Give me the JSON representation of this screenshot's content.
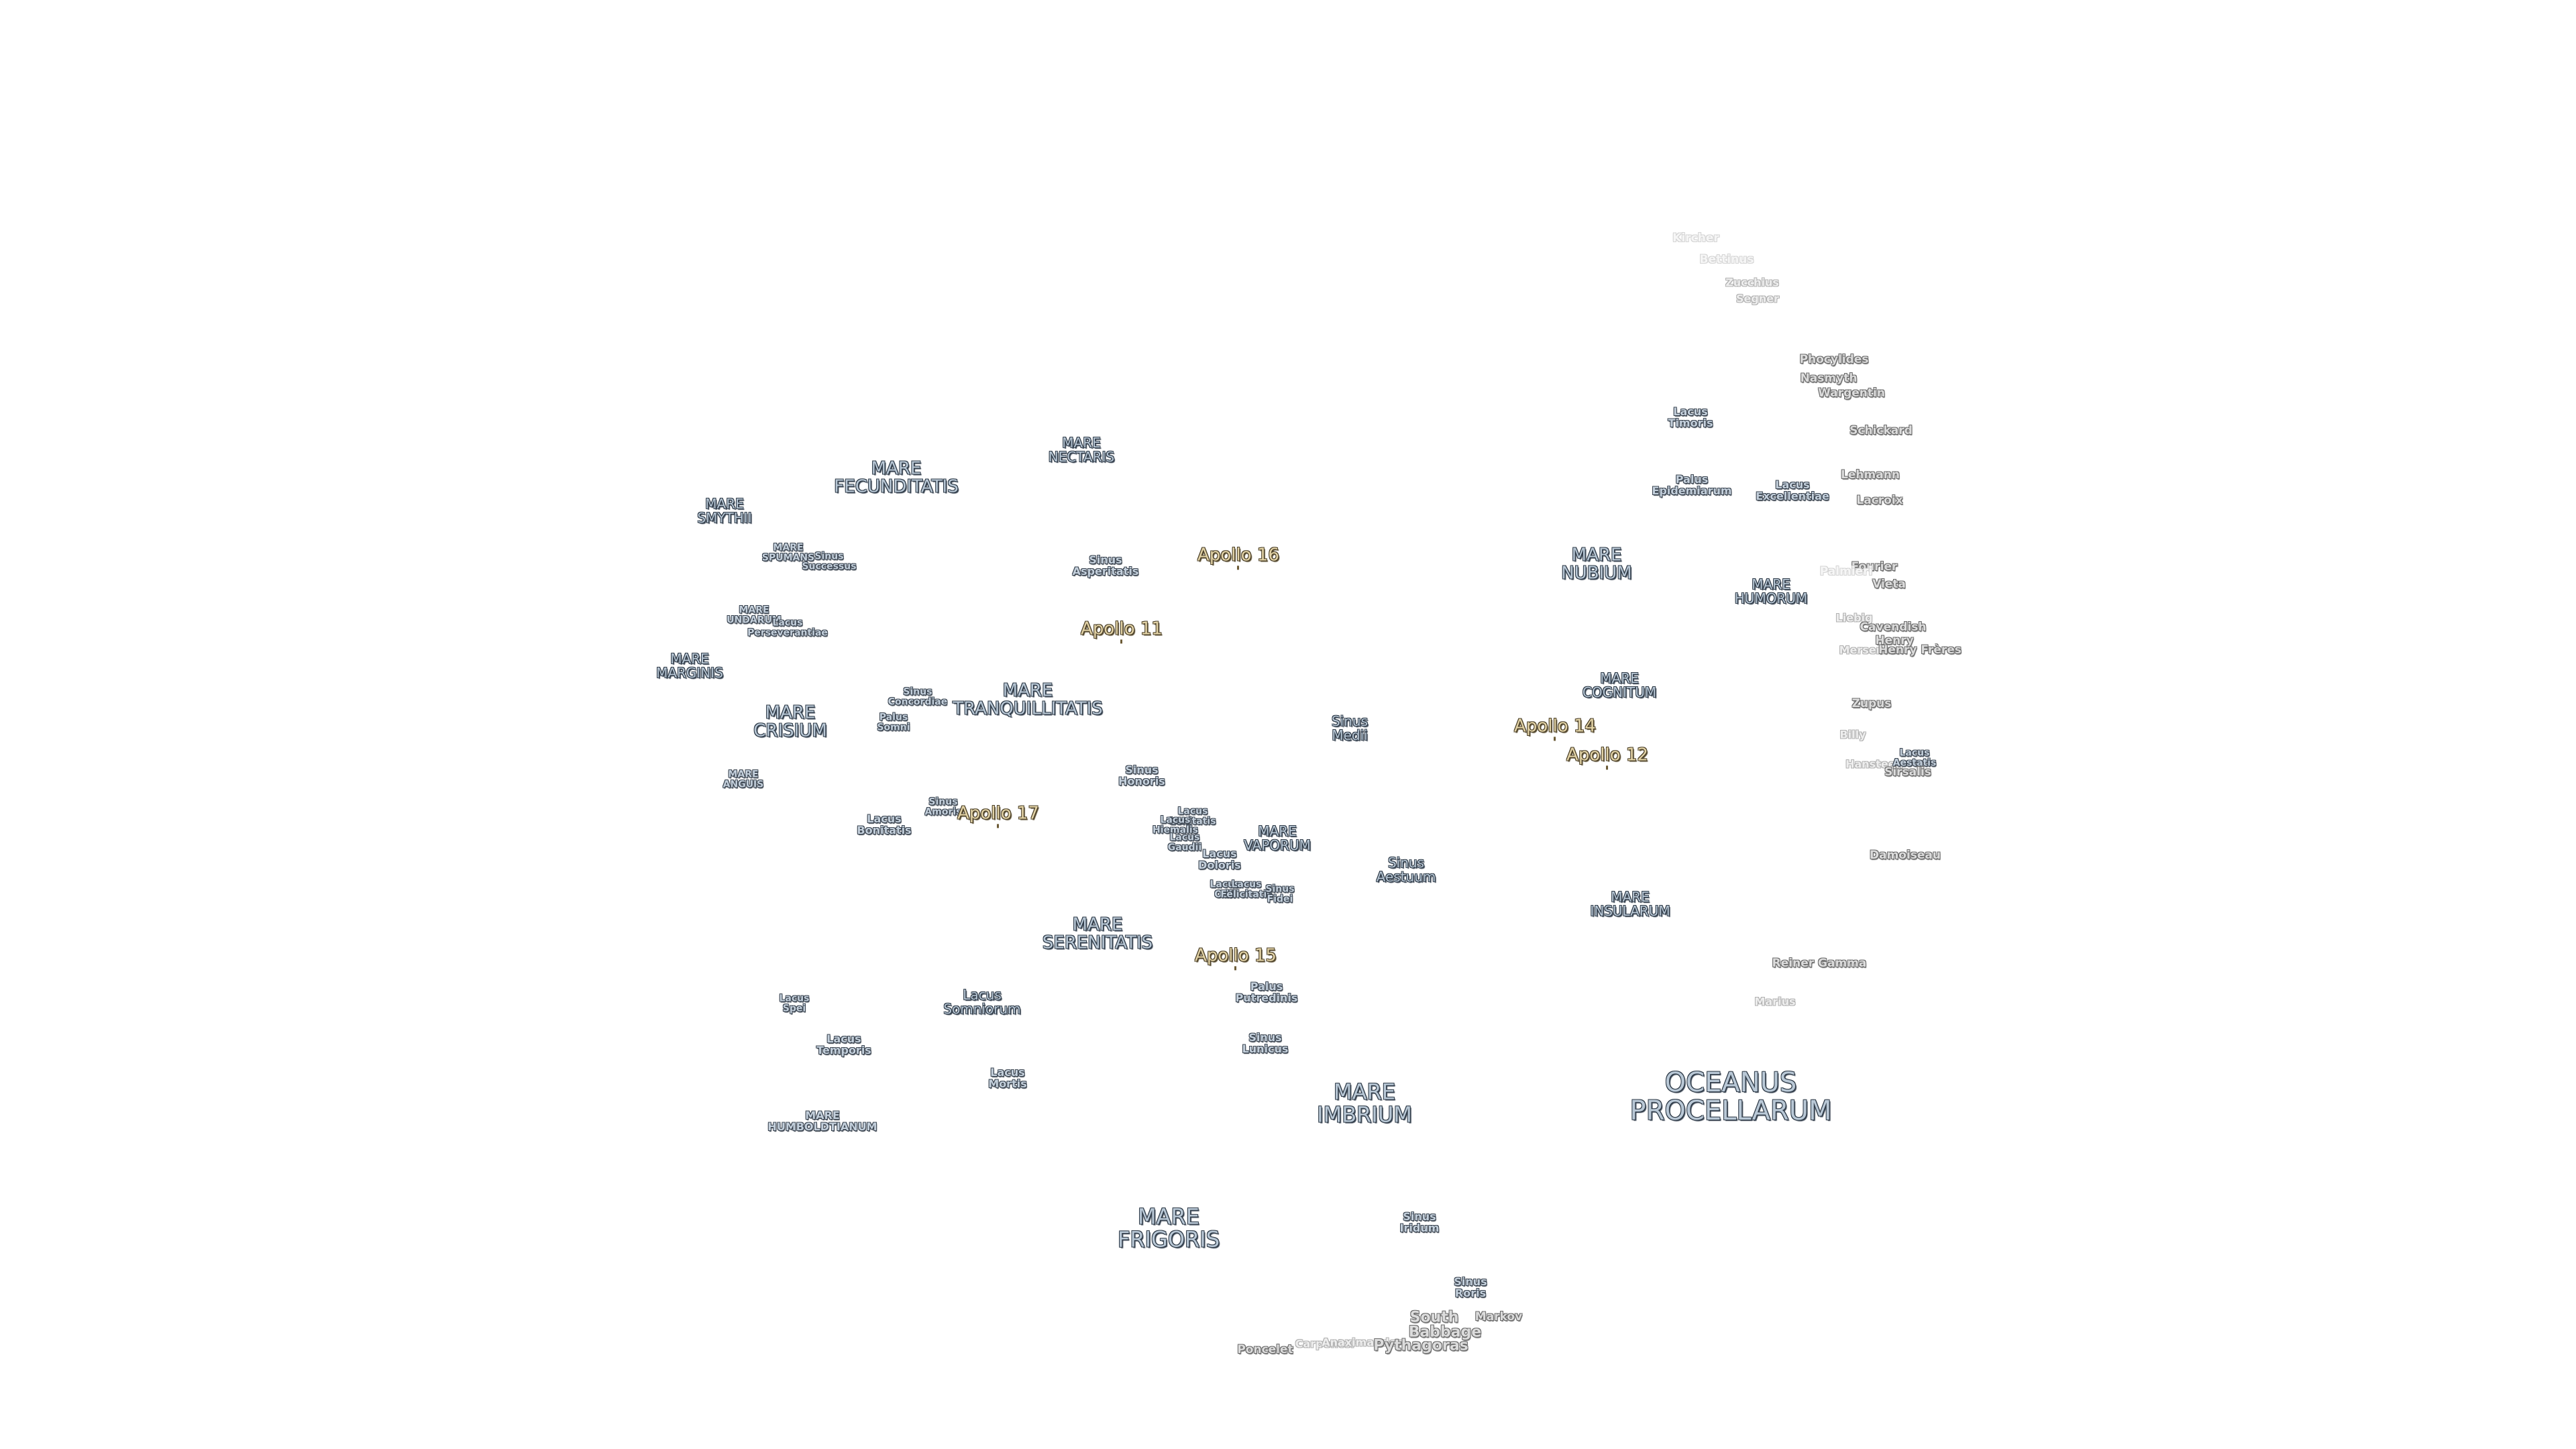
{
  "map": {
    "labels": [
      {
        "id": "kircher",
        "text": "Kircher",
        "category": "crater-veryfaint"
      },
      {
        "id": "bettinus",
        "text": "Bettinus",
        "category": "crater-veryfaint"
      },
      {
        "id": "zucchius",
        "text": "Zucchius",
        "category": "crater-faint"
      },
      {
        "id": "segner",
        "text": "Segner",
        "category": "crater-faint"
      },
      {
        "id": "phocylides",
        "text": "Phocylides",
        "category": "crater"
      },
      {
        "id": "nasmyth",
        "text": "Nasmyth",
        "category": "crater"
      },
      {
        "id": "wargentin",
        "text": "Wargentin",
        "category": "crater"
      },
      {
        "id": "schickard",
        "text": "Schickard",
        "category": "crater"
      },
      {
        "id": "lacus-timoris",
        "text": "Lacus\nTimoris",
        "category": "feature"
      },
      {
        "id": "lehmann",
        "text": "Lehmann",
        "category": "crater"
      },
      {
        "id": "palus-epidemiarum",
        "text": "Palus\nEpidemiarum",
        "category": "feature"
      },
      {
        "id": "lacus-excellentiae",
        "text": "Lacus\nExcellentiae",
        "category": "feature"
      },
      {
        "id": "lacroix",
        "text": "Lacroix",
        "category": "crater"
      },
      {
        "id": "mare-nectaris",
        "text": "MARE\nNECTARIS",
        "category": "mare-s"
      },
      {
        "id": "mare-fecunditatis",
        "text": "MARE\nFECUNDITATIS",
        "category": "mare-m"
      },
      {
        "id": "mare-smythii",
        "text": "MARE\nSMYTHII",
        "category": "mare-s"
      },
      {
        "id": "mare-spumans",
        "text": "MARE\nSPUMANS",
        "category": "feature-xs"
      },
      {
        "id": "sinus-successus",
        "text": "Sinus\nSuccessus",
        "category": "feature-xs"
      },
      {
        "id": "sinus-asperitatis",
        "text": "Sinus\nAsperitatis",
        "category": "feature"
      },
      {
        "id": "apollo-16",
        "text": "Apollo 16",
        "category": "apollo"
      },
      {
        "id": "mare-nubium",
        "text": "MARE\nNUBIUM",
        "category": "mare-m"
      },
      {
        "id": "fourier",
        "text": "Fourier",
        "category": "crater"
      },
      {
        "id": "palmieri",
        "text": "Palmieri",
        "category": "crater-veryfaint"
      },
      {
        "id": "vieta",
        "text": "Vieta",
        "category": "crater"
      },
      {
        "id": "mare-humorum",
        "text": "MARE\nHUMORUM",
        "category": "mare-s"
      },
      {
        "id": "liebig",
        "text": "Liebig",
        "category": "crater-faint"
      },
      {
        "id": "cavendish",
        "text": "Cavendish",
        "category": "crater"
      },
      {
        "id": "henry",
        "text": "Henry",
        "category": "crater"
      },
      {
        "id": "mersenius",
        "text": "Mersenius",
        "category": "crater-faint"
      },
      {
        "id": "henry-freres",
        "text": "Henry Frères",
        "category": "crater"
      },
      {
        "id": "mare-undarum",
        "text": "MARE\nUNDARUM",
        "category": "feature-xs"
      },
      {
        "id": "lacus-perseverantiae",
        "text": "Lacus\nPerseverantiae",
        "category": "feature-xs"
      },
      {
        "id": "apollo-11",
        "text": "Apollo 11",
        "category": "apollo"
      },
      {
        "id": "mare-marginis",
        "text": "MARE\nMARGINIS",
        "category": "mare-s"
      },
      {
        "id": "mare-crisium",
        "text": "MARE\nCRISIUM",
        "category": "mare-m"
      },
      {
        "id": "sinus-concordiae",
        "text": "Sinus\nConcordiae",
        "category": "feature-xs"
      },
      {
        "id": "palus-somni",
        "text": "Palus\nSomni",
        "category": "feature-xs"
      },
      {
        "id": "mare-tranquillitatis",
        "text": "MARE\nTRANQUILLITATIS",
        "category": "mare-m"
      },
      {
        "id": "mare-cognitum",
        "text": "MARE\nCOGNITUM",
        "category": "mare-s"
      },
      {
        "id": "zupus",
        "text": "Zupus",
        "category": "crater"
      },
      {
        "id": "sinus-medii",
        "text": "Sinus\nMedii",
        "category": "mare-s"
      },
      {
        "id": "apollo-14",
        "text": "Apollo 14",
        "category": "apollo"
      },
      {
        "id": "billy",
        "text": "Billy",
        "category": "crater-faint"
      },
      {
        "id": "apollo-12",
        "text": "Apollo 12",
        "category": "apollo"
      },
      {
        "id": "hansteen",
        "text": "Hansteen",
        "category": "crater-faint"
      },
      {
        "id": "lacus-aestatis",
        "text": "Lacus\nAestatis",
        "category": "feature-xs"
      },
      {
        "id": "sirsalis",
        "text": "Sirsalis",
        "category": "crater"
      },
      {
        "id": "mare-anguis",
        "text": "MARE\nANGUIS",
        "category": "feature-xs"
      },
      {
        "id": "sinus-honoris",
        "text": "Sinus\nHonoris",
        "category": "feature"
      },
      {
        "id": "sinus-amoris",
        "text": "Sinus\nAmoris",
        "category": "feature-xs"
      },
      {
        "id": "apollo-17",
        "text": "Apollo 17",
        "category": "apollo"
      },
      {
        "id": "lacus-bonitatis",
        "text": "Lacus\nBonitatis",
        "category": "feature"
      },
      {
        "id": "lacus-lenitatis",
        "text": "Lacus\nLenitatis",
        "category": "feature-xs"
      },
      {
        "id": "lacus-hiemalis",
        "text": "Lacus\nHiemalis",
        "category": "feature-xs"
      },
      {
        "id": "lacus-gaudii",
        "text": "Lacus\nGaudii",
        "category": "feature-xs"
      },
      {
        "id": "mare-vaporum",
        "text": "MARE\nVAPORUM",
        "category": "mare-s"
      },
      {
        "id": "lacus-doloris",
        "text": "Lacus\nDoloris",
        "category": "feature"
      },
      {
        "id": "sinus-aestuum",
        "text": "Sinus\nAestuum",
        "category": "mare-s"
      },
      {
        "id": "damoiseau",
        "text": "Damoiseau",
        "category": "crater"
      },
      {
        "id": "lacus-odii",
        "text": "Lacus\nOdii",
        "category": "feature-xs"
      },
      {
        "id": "lacus-felicitatis",
        "text": "Lacus\nFelicitatis",
        "category": "feature-xs"
      },
      {
        "id": "sinus-fidei",
        "text": "Sinus\nFidei",
        "category": "feature-xs"
      },
      {
        "id": "mare-insularum",
        "text": "MARE\nINSULARUM",
        "category": "mare-s"
      },
      {
        "id": "mare-serenitatis",
        "text": "MARE\nSERENITATIS",
        "category": "mare-m"
      },
      {
        "id": "apollo-15",
        "text": "Apollo 15",
        "category": "apollo"
      },
      {
        "id": "reiner-gamma",
        "text": "Reiner Gamma",
        "category": "crater"
      },
      {
        "id": "lacus-spei",
        "text": "Lacus\nSpei",
        "category": "feature-xs"
      },
      {
        "id": "lacus-somniorum",
        "text": "Lacus\nSomniorum",
        "category": "mare-s"
      },
      {
        "id": "palus-putredinis",
        "text": "Palus\nPutredinis",
        "category": "feature"
      },
      {
        "id": "marius",
        "text": "Marius",
        "category": "crater-faint"
      },
      {
        "id": "lacus-temporis",
        "text": "Lacus\nTemporis",
        "category": "feature"
      },
      {
        "id": "sinus-lunicus",
        "text": "Sinus\nLunicus",
        "category": "feature"
      },
      {
        "id": "lacus-mortis",
        "text": "Lacus\nMortis",
        "category": "feature"
      },
      {
        "id": "oceanus-procellarum",
        "text": "OCEANUS\nPROCELLARUM",
        "category": "mare-xl"
      },
      {
        "id": "mare-imbrium",
        "text": "MARE\nIMBRIUM",
        "category": "mare-l"
      },
      {
        "id": "mare-humboldtianum",
        "text": "MARE\nHUMBOLDTIANUM",
        "category": "feature"
      },
      {
        "id": "mare-frigoris",
        "text": "MARE\nFRIGORIS",
        "category": "mare-l"
      },
      {
        "id": "sinus-iridum",
        "text": "Sinus\nIridum",
        "category": "feature"
      },
      {
        "id": "sinus-roris",
        "text": "Sinus\nRoris",
        "category": "feature"
      },
      {
        "id": "markov",
        "text": "Markov",
        "category": "crater"
      },
      {
        "id": "south",
        "text": "South",
        "category": "crater-m"
      },
      {
        "id": "babbage",
        "text": "Babbage",
        "category": "crater-m"
      },
      {
        "id": "carpenter",
        "text": "Carpenter",
        "category": "crater-faint"
      },
      {
        "id": "anaximander",
        "text": "Anaximander",
        "category": "crater-faint"
      },
      {
        "id": "pythagoras",
        "text": "Pythagoras",
        "category": "crater-m"
      },
      {
        "id": "poncelet",
        "text": "Poncelet",
        "category": "crater"
      }
    ]
  }
}
